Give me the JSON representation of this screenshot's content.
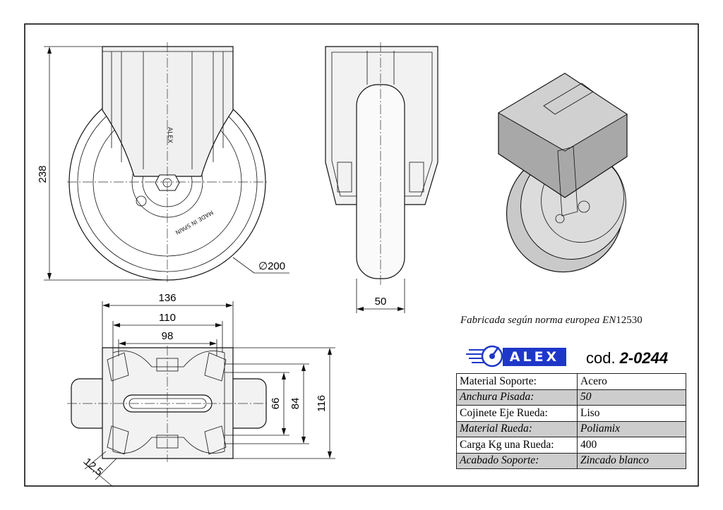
{
  "dimensions": {
    "overall_height": "238",
    "wheel_diameter": "∅200",
    "tread_width": "50",
    "plate_width_136": "136",
    "plate_width_110": "110",
    "plate_width_98": "98",
    "plate_length_116": "116",
    "plate_length_84": "84",
    "plate_length_66": "66",
    "bolt_hole": "12,5"
  },
  "wheel_markings": {
    "made_in": "MADE IN SPAIN",
    "brand_mark": "ALEX"
  },
  "norm": {
    "prefix": "Fabricada según norma europea ",
    "standard": "EN",
    "number": "12530"
  },
  "brand": {
    "logo_text": "ALEX",
    "cod_label": "cod.",
    "cod_value": "2-0244"
  },
  "spec_table": [
    {
      "label": "Material Soporte:",
      "value": "Acero"
    },
    {
      "label": "Anchura Pisada:",
      "value": "50"
    },
    {
      "label": "Cojinete Eje Rueda:",
      "value": "Liso"
    },
    {
      "label": "Material Rueda:",
      "value": "Poliamix"
    },
    {
      "label": "Carga Kg una Rueda:",
      "value": "400"
    },
    {
      "label": "Acabado Soporte:",
      "value": "Zincado blanco"
    }
  ],
  "colors": {
    "logo_blue": "#1f37c9",
    "row_shade": "#cdcdcd"
  }
}
